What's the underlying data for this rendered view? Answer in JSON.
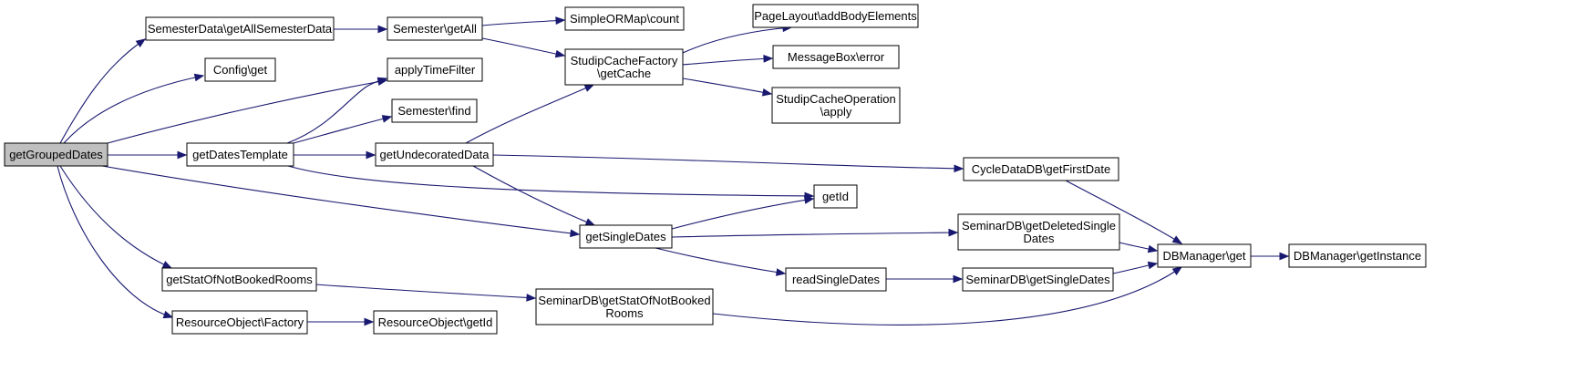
{
  "colors": {
    "edge": "#191970",
    "root_fill": "#bfbfbf",
    "node_fill": "#ffffff",
    "node_border": "#000000"
  },
  "nodes": {
    "getGroupedDates": [
      "getGroupedDates"
    ],
    "semesterDataGetAll": [
      "SemesterData\\getAllSemesterData"
    ],
    "configGet": [
      "Config\\get"
    ],
    "applyTimeFilter": [
      "applyTimeFilter"
    ],
    "getDatesTemplate": [
      "getDatesTemplate"
    ],
    "getStatOfNotBookedRooms": [
      "getStatOfNotBookedRooms"
    ],
    "resourceObjectFactory": [
      "ResourceObject\\Factory"
    ],
    "semesterGetAll": [
      "Semester\\getAll"
    ],
    "semesterFind": [
      "Semester\\find"
    ],
    "getUndecoratedData": [
      "getUndecoratedData"
    ],
    "resourceObjectGetId": [
      "ResourceObject\\getId"
    ],
    "simpleORMapCount": [
      "SimpleORMap\\count"
    ],
    "studipCacheFactoryGetCache": [
      "StudipCacheFactory",
      "\\getCache"
    ],
    "getSingleDates": [
      "getSingleDates"
    ],
    "seminarDBGetStatOfNotBookedRooms": [
      "SeminarDB\\getStatOfNotBooked",
      "Rooms"
    ],
    "pageLayoutAddBodyElements": [
      "PageLayout\\addBodyElements"
    ],
    "messageBoxError": [
      "MessageBox\\error"
    ],
    "studipCacheOperationApply": [
      "StudipCacheOperation",
      "\\apply"
    ],
    "getId": [
      "getId"
    ],
    "readSingleDates": [
      "readSingleDates"
    ],
    "cycleDataDBGetFirstDate": [
      "CycleDataDB\\getFirstDate"
    ],
    "seminarDBGetDeletedSingleDates": [
      "SeminarDB\\getDeletedSingle",
      "Dates"
    ],
    "seminarDBGetSingleDates": [
      "SeminarDB\\getSingleDates"
    ],
    "dbManagerGet": [
      "DBManager\\get"
    ],
    "dbManagerGetInstance": [
      "DBManager\\getInstance"
    ]
  }
}
